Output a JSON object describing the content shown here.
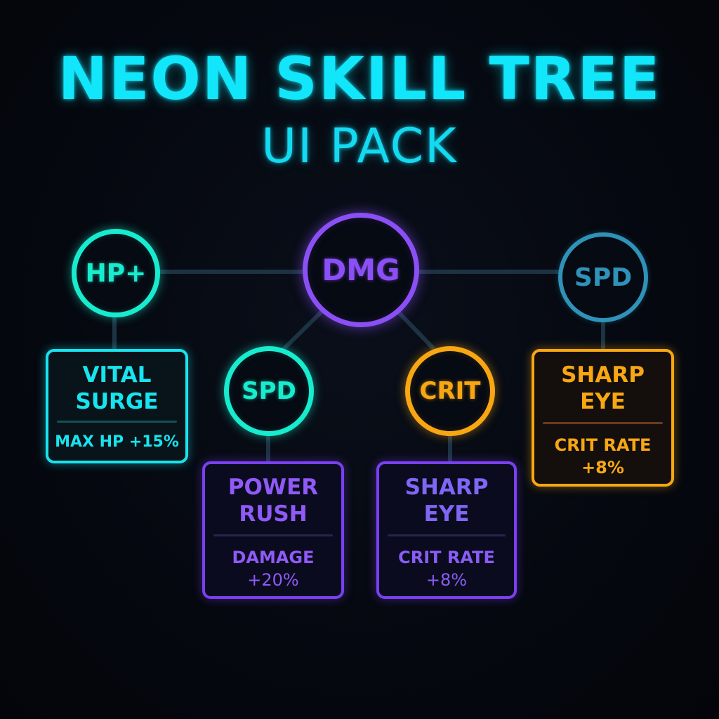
{
  "header": {
    "title": "NEON SKILL TREE",
    "subtitle": "UI PACK"
  },
  "colors": {
    "background": "#05080f",
    "title": "#12e6fb",
    "teal": "#17eccf",
    "cyan": "#18e3ee",
    "purple": "#8b4ff6",
    "orange": "#f8a713",
    "steel": "#2f92b8",
    "connector": "#1d3344"
  },
  "nodes": {
    "hp": {
      "label": "HP+",
      "color": "teal"
    },
    "dmg": {
      "label": "DMG",
      "color": "purple"
    },
    "spd_right": {
      "label": "SPD",
      "color": "steel"
    },
    "spd_mid": {
      "label": "SPD",
      "color": "teal"
    },
    "crit": {
      "label": "CRIT",
      "color": "orange"
    }
  },
  "cards": {
    "vital_surge": {
      "name_line1": "VITAL",
      "name_line2": "SURGE",
      "effect_line1": "MAX HP +15%",
      "effect_line2": "",
      "color": "cyan"
    },
    "power_rush": {
      "name_line1": "POWER",
      "name_line2": "RUSH",
      "effect_line1": "DAMAGE",
      "effect_line2": "+20%",
      "color": "purple"
    },
    "sharp_eye_purple": {
      "name_line1": "SHARP",
      "name_line2": "EYE",
      "effect_line1": "CRIT RATE",
      "effect_line2": "+8%",
      "color": "purple"
    },
    "sharp_eye_orange": {
      "name_line1": "SHARP",
      "name_line2": "EYE",
      "effect_line1": "CRIT RATE",
      "effect_line2": "+8%",
      "color": "orange"
    }
  }
}
